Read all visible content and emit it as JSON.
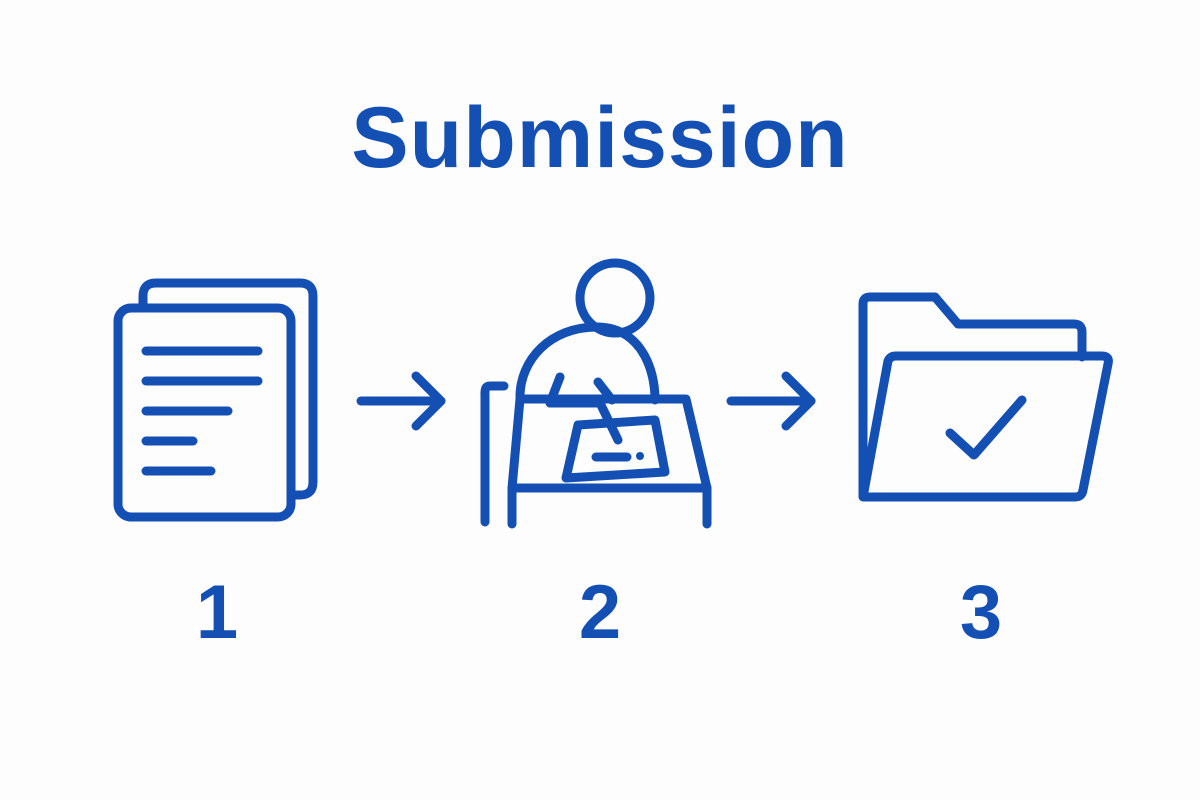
{
  "title": "Submission",
  "accent_color": "#1450b4",
  "background_color": "#fdfdfd",
  "steps": [
    {
      "number": "1",
      "icon": "documents-icon"
    },
    {
      "number": "2",
      "icon": "person-writing-at-desk-icon"
    },
    {
      "number": "3",
      "icon": "folder-check-icon"
    }
  ],
  "connectors": [
    "arrow-right-icon",
    "arrow-right-icon"
  ]
}
